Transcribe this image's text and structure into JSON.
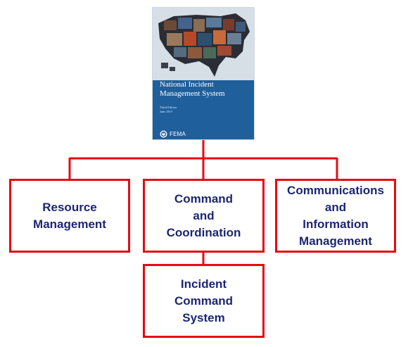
{
  "cover": {
    "title": "National Incident\nManagement System",
    "edition": "Third Edition",
    "date": "June 2017",
    "agency": "FEMA",
    "seal_icon": "dhs-seal-icon",
    "colors": {
      "background": "#1f5f9c",
      "map": "#cfd9e2"
    }
  },
  "boxes": {
    "resource_management": "Resource\nManagement",
    "command_and_coordination": "Command\nand\nCoordination",
    "communications": "Communications\nand\nInformation\nManagement",
    "incident_command_system": "Incident\nCommand\nSystem"
  },
  "colors": {
    "connector": "#e50b12",
    "box_border": "#e50b12",
    "label_text": "#1c2672"
  }
}
